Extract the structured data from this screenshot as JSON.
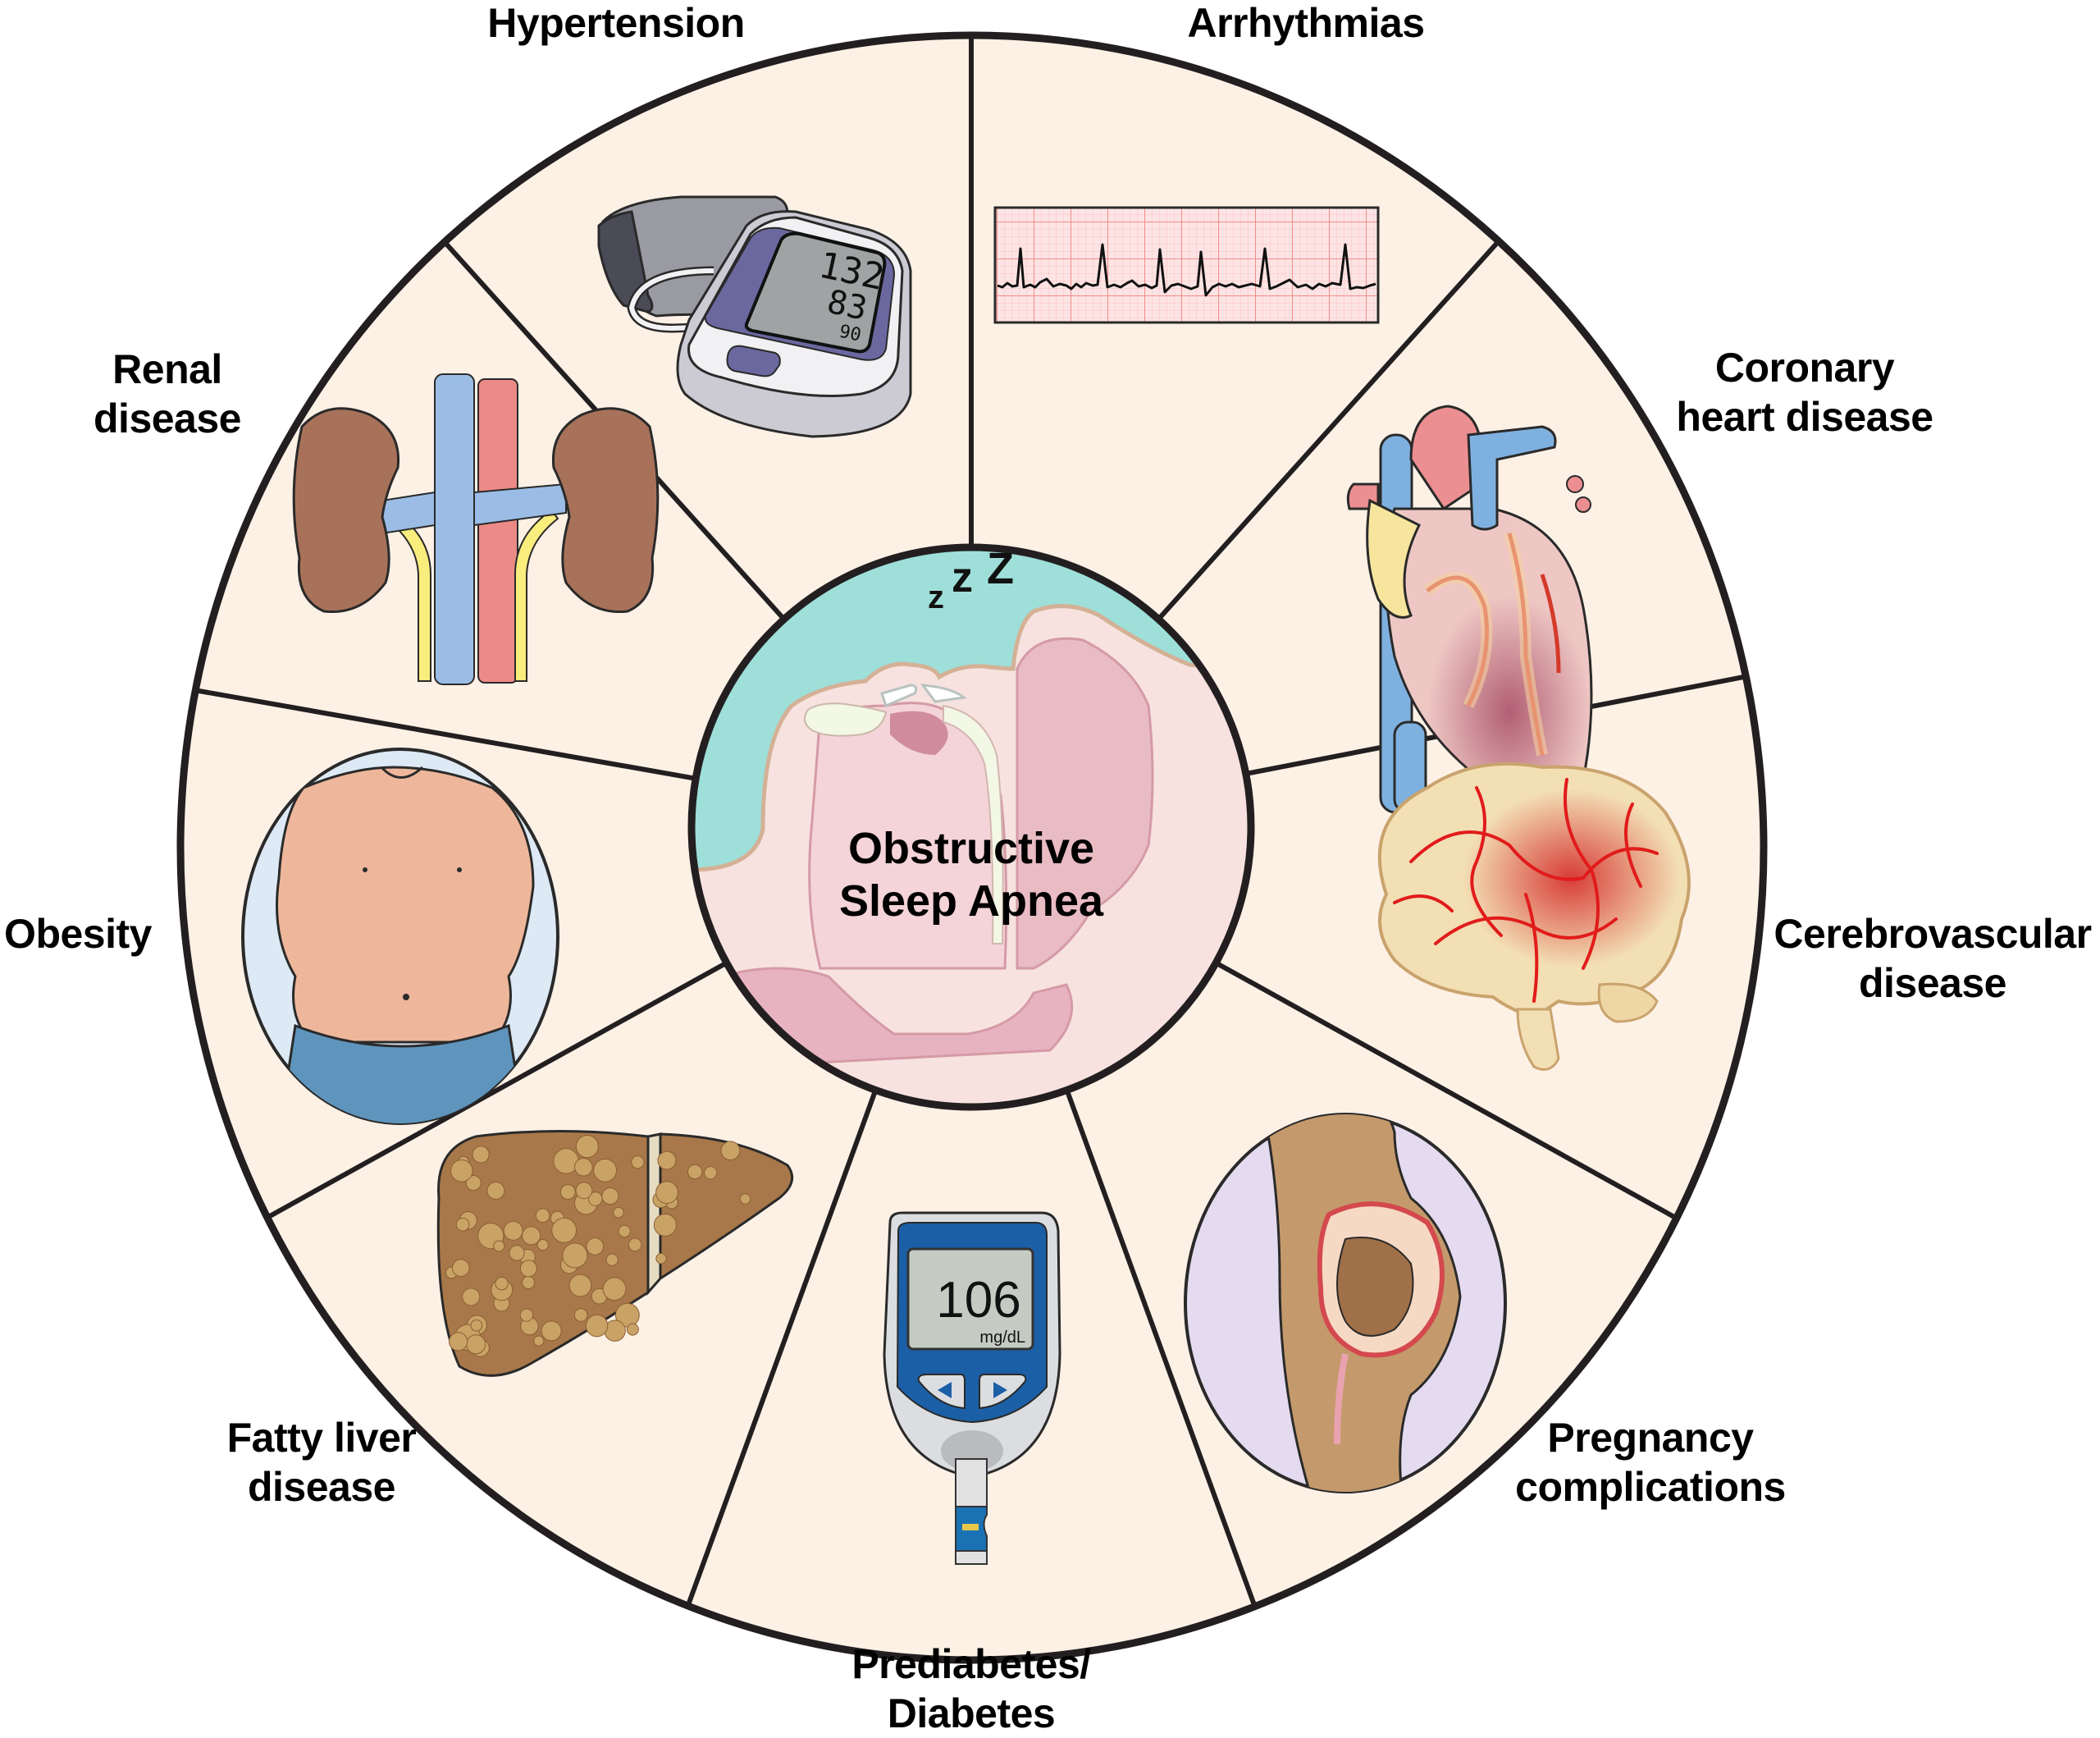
{
  "diagram": {
    "title": "Obstructive Sleep Apnea",
    "center": {
      "line1": "Obstructive",
      "line2": "Sleep Apnea",
      "snore_glyphs": [
        "z",
        "z",
        "Z"
      ],
      "illustration": "sleeping-head-airway-cross-section"
    },
    "conditions": [
      {
        "id": "hypertension",
        "lines": [
          "Hypertension"
        ],
        "icon": "blood-pressure-monitor-icon",
        "readout": {
          "systolic": "132",
          "diastolic": "83",
          "pulse": "90"
        }
      },
      {
        "id": "arrhythmias",
        "lines": [
          "Arrhythmias"
        ],
        "icon": "ecg-strip-icon"
      },
      {
        "id": "coronary-heart-disease",
        "lines": [
          "Coronary",
          "heart disease"
        ],
        "icon": "heart-icon"
      },
      {
        "id": "cerebrovascular-disease",
        "lines": [
          "Cerebrovascular",
          "disease"
        ],
        "icon": "brain-icon"
      },
      {
        "id": "pregnancy-complications",
        "lines": [
          "Pregnancy",
          "complications"
        ],
        "icon": "pregnancy-icon"
      },
      {
        "id": "prediabetes-diabetes",
        "lines": [
          "Prediabetes/",
          "Diabetes"
        ],
        "icon": "glucose-meter-icon",
        "readout": {
          "value": "106",
          "unit": "mg/dL"
        }
      },
      {
        "id": "fatty-liver-disease",
        "lines": [
          "Fatty liver",
          "disease"
        ],
        "icon": "fatty-liver-icon"
      },
      {
        "id": "obesity",
        "lines": [
          "Obesity"
        ],
        "icon": "obese-torso-icon"
      },
      {
        "id": "renal-disease",
        "lines": [
          "Renal",
          "disease"
        ],
        "icon": "kidneys-icon"
      }
    ],
    "colors": {
      "sector_fill": "#fdf1e6",
      "outline": "#231f20",
      "center_sky": "#9edfd9",
      "center_tissue": "#f7e0e0",
      "bp_screen_frame": "#6b68a0",
      "glucose_body": "#1b5fa6",
      "ecg_grid": "#f48b8b",
      "kidney": "#a8725a",
      "liver": "#a8784a"
    }
  }
}
